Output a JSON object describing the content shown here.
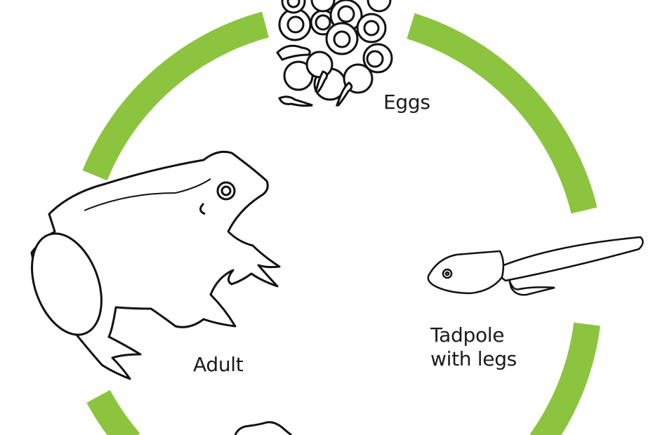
{
  "diagram": {
    "title": "",
    "type": "life-cycle",
    "subject": "frog",
    "ring_color": "#8cc43f",
    "line_color": "#1a1a1a",
    "stages": [
      {
        "id": "eggs",
        "label": "Eggs",
        "icon": "frog-eggs-icon"
      },
      {
        "id": "tadpole-with-legs",
        "label_line1": "Tadpole",
        "label_line2": "with legs",
        "icon": "tadpole-with-legs-icon"
      },
      {
        "id": "froglet",
        "label": "",
        "icon": "froglet-icon"
      },
      {
        "id": "adult",
        "label": "Adult",
        "icon": "adult-frog-icon"
      }
    ]
  }
}
